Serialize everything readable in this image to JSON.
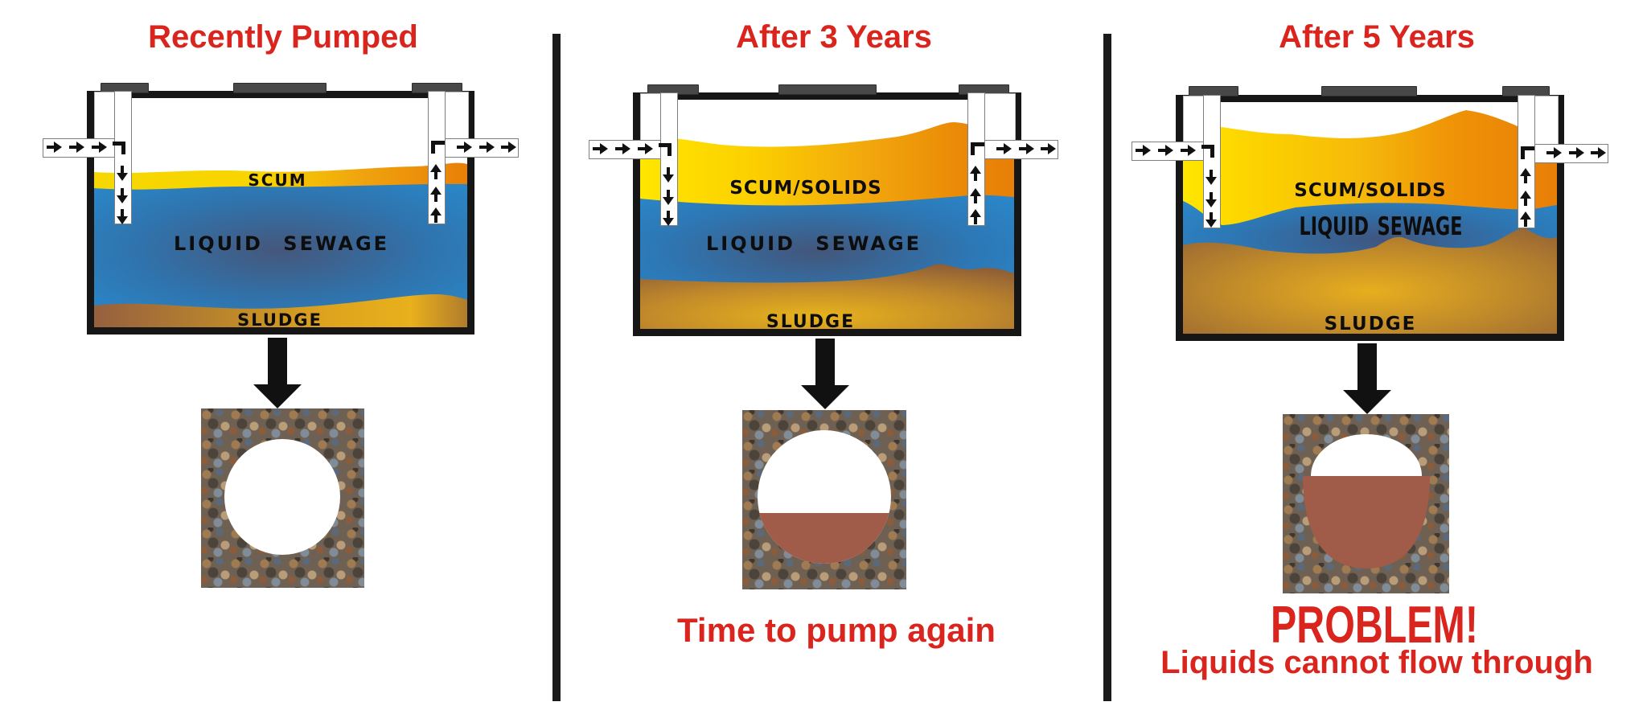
{
  "diagram": {
    "subject": "Septic tank pumping stages",
    "colors": {
      "caption_red": "#d9251d",
      "scum_yellow": "#ffe600",
      "scum_orange": "#e87f07",
      "liquid_blue": "#2a86c8",
      "liquid_dark": "#45577b",
      "sludge_brown": "#8f5c3a",
      "sludge_gold": "#e3ac1e",
      "pipe_white": "#ffffff",
      "wall_black": "#161616",
      "lid_gray": "#484848",
      "drain_sludge": "#a05c48"
    }
  },
  "panels": [
    {
      "title": "Recently Pumped",
      "layers": {
        "scum": "SCUM",
        "liquid": "LIQUID SEWAGE",
        "sludge": "SLUDGE"
      },
      "drain_pipe_state": "empty",
      "caption": "",
      "caption2": ""
    },
    {
      "title": "After 3 Years",
      "layers": {
        "scum": "SCUM/SOLIDS",
        "liquid": "LIQUID SEWAGE",
        "sludge": "SLUDGE"
      },
      "drain_pipe_state": "partially filled with sludge",
      "caption": "Time to pump again",
      "caption2": ""
    },
    {
      "title": "After 5 Years",
      "layers": {
        "scum": "SCUM/SOLIDS",
        "liquid": "LIQUID SEWAGE",
        "sludge": "SLUDGE"
      },
      "drain_pipe_state": "overflowing with sludge",
      "caption": "PROBLEM!",
      "caption2": "Liquids cannot flow through"
    }
  ]
}
